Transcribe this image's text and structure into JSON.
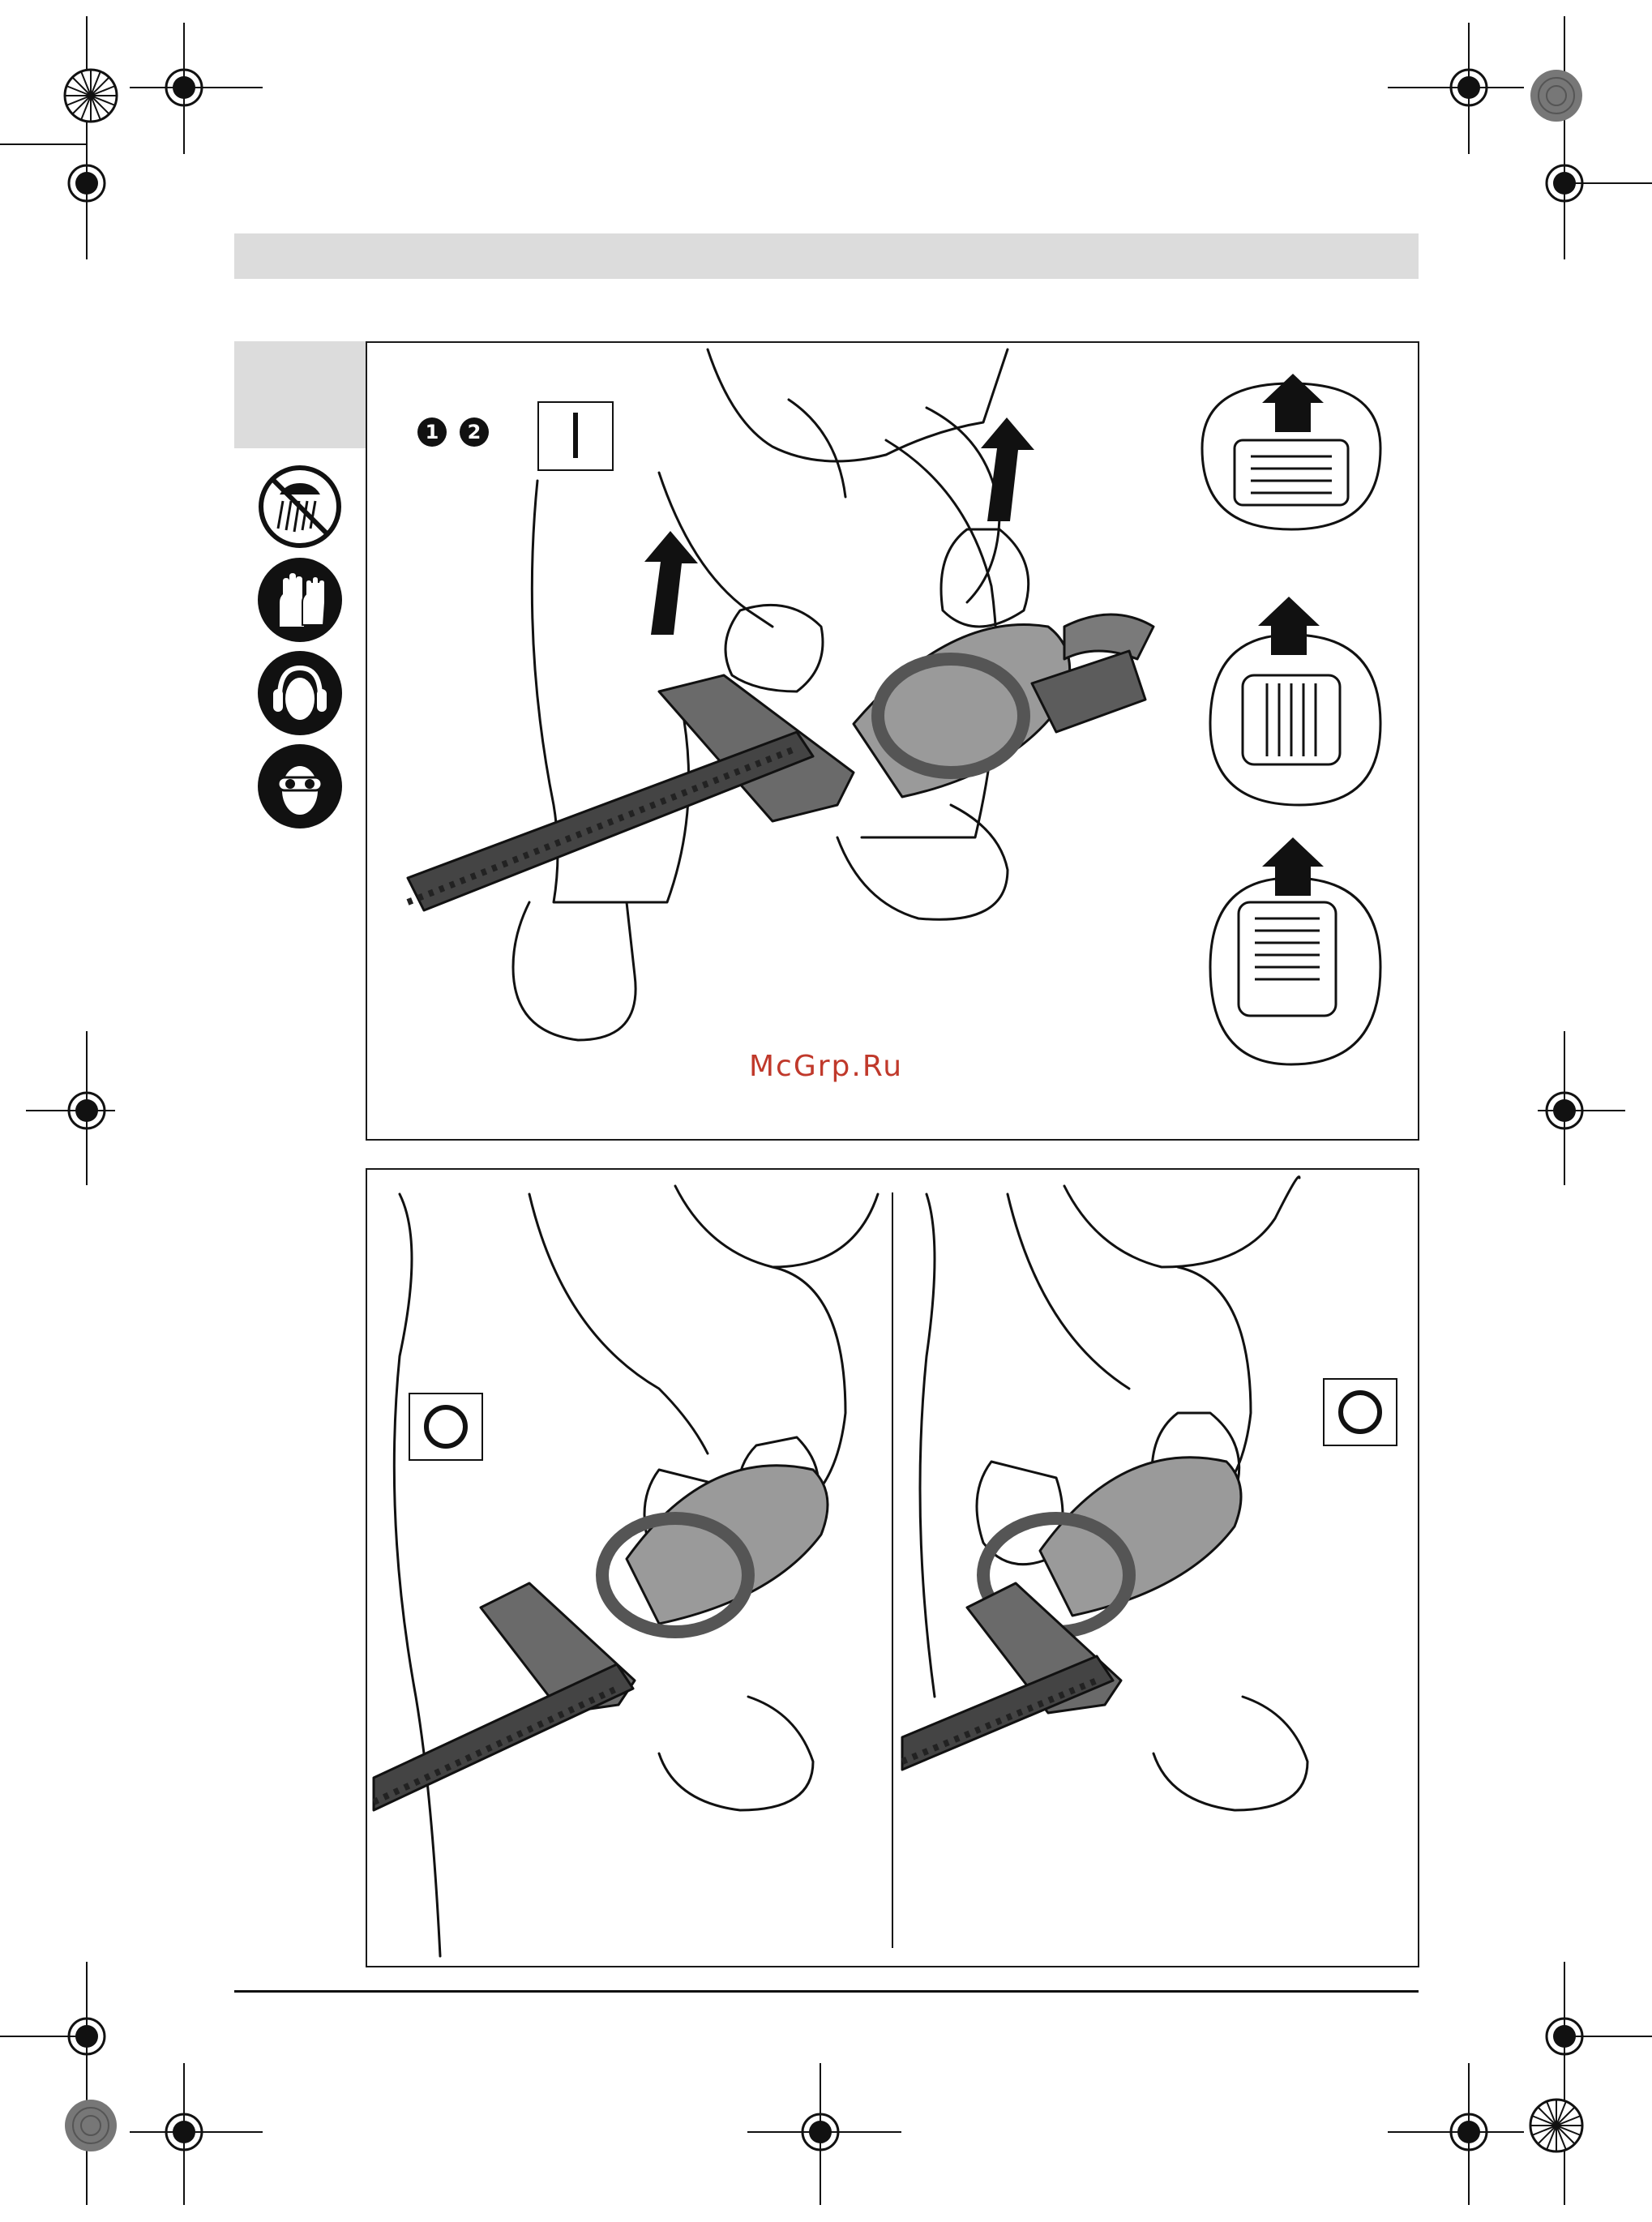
{
  "watermark": "McGrp.Ru",
  "step_badges": [
    "1",
    "2"
  ],
  "arrow_badges": [
    "1",
    "2"
  ],
  "switch_symbols": {
    "on": "I",
    "off": "O"
  },
  "safety_icons": [
    "no-rain-icon",
    "gloves-icon",
    "ear-protection-icon",
    "eye-protection-icon"
  ],
  "accent_colors": {
    "ink": "#111111",
    "panel_gray": "#dcdcdc",
    "watermark": "#c0392b"
  }
}
